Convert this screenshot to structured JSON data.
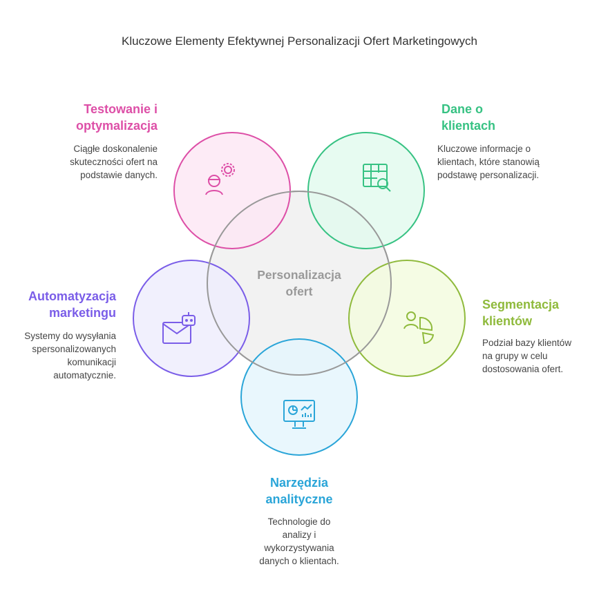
{
  "title": "Kluczowe Elementy Efektywnej Personalizacji Ofert Marketingowych",
  "center": {
    "label": "Personalizacja ofert"
  },
  "colors": {
    "testing": "#dd4fa7",
    "data": "#37c283",
    "segment": "#8fba3c",
    "tools": "#2aa5d8",
    "auto": "#7a5de8"
  },
  "items": [
    {
      "heading": "Testowanie i optymalizacja",
      "description": "Ciągłe doskonalenie skuteczności ofert na podstawie danych.",
      "icon": "worker-gear-icon"
    },
    {
      "heading": "Dane o klientach",
      "description": "Kluczowe informacje o klientach, które stanowią podstawę personalizacji.",
      "icon": "table-search-icon"
    },
    {
      "heading": "Segmentacja klientów",
      "description": "Podział bazy klientów na grupy w celu dostosowania ofert.",
      "icon": "user-pie-chart-icon"
    },
    {
      "heading": "Narzędzia analityczne",
      "description": "Technologie do analizy i wykorzystywania danych o klientach.",
      "icon": "monitor-chart-icon"
    },
    {
      "heading": "Automatyzacja marketingu",
      "description": "Systemy do wysyłania spersonalizowanych komunikacji automatycznie.",
      "icon": "mail-bot-icon"
    }
  ]
}
